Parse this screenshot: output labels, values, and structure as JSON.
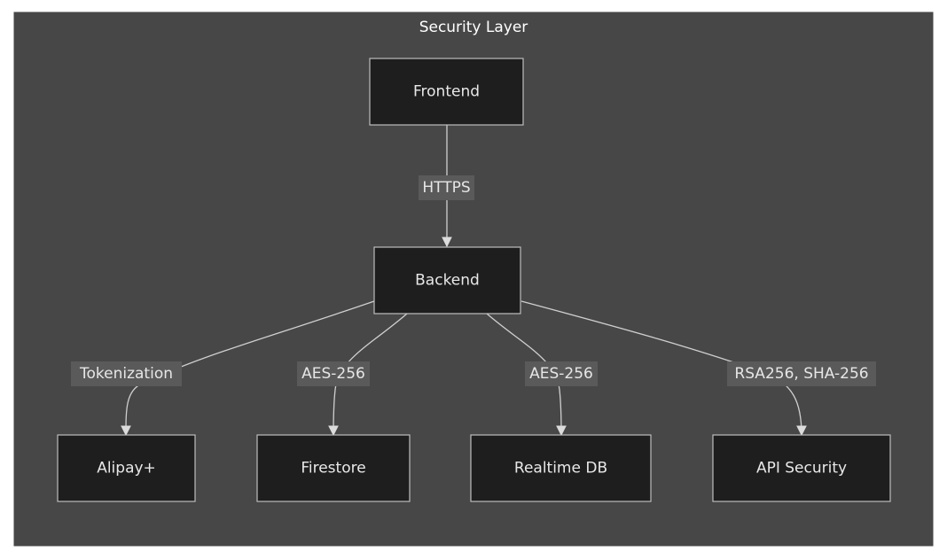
{
  "diagram": {
    "title": "Security Layer",
    "nodes": {
      "frontend": "Frontend",
      "backend": "Backend",
      "alipay": "Alipay+",
      "firestore": "Firestore",
      "realtime_db": "Realtime DB",
      "api_security": "API Security"
    },
    "edges": {
      "frontend_backend": "HTTPS",
      "backend_alipay": "Tokenization",
      "backend_firestore": "AES-256",
      "backend_realtime_db": "AES-256",
      "backend_api_security": "RSA256, SHA-256"
    },
    "colors": {
      "cluster": "#474747",
      "node_fill": "#1e1e1e",
      "node_stroke": "#bdbdbd",
      "edge": "#cfcfcf",
      "edge_label_bg": "#5a5a5a"
    }
  }
}
